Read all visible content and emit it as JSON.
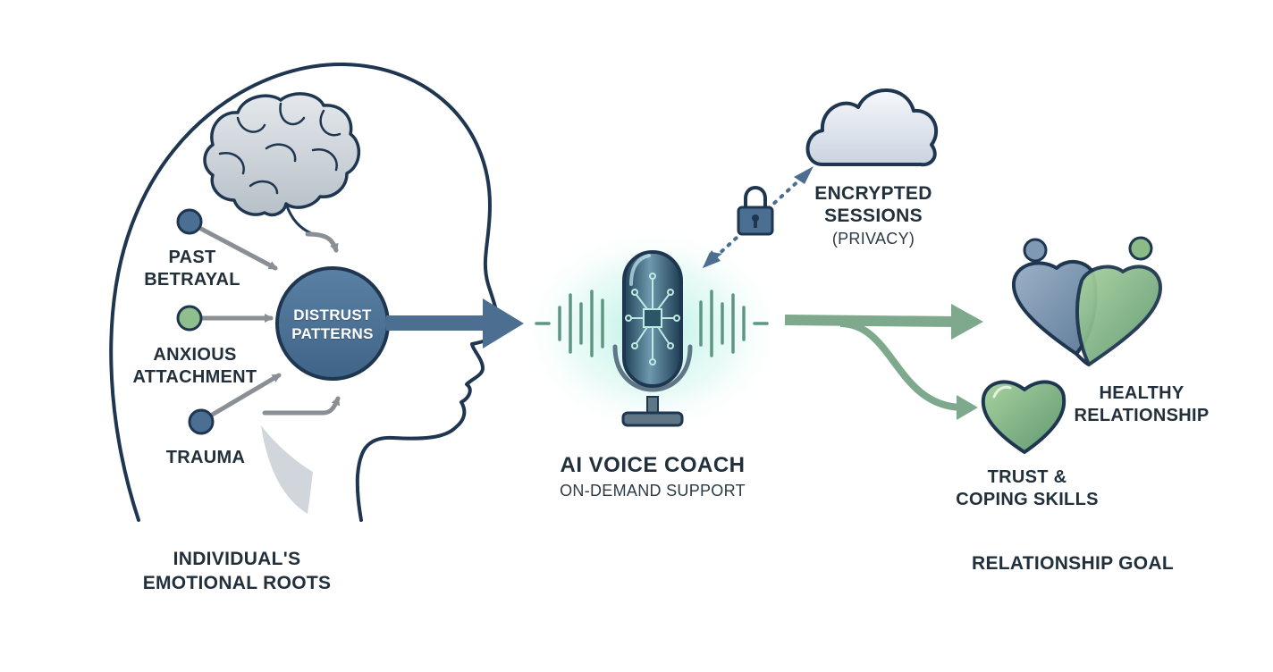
{
  "colors": {
    "outline": "#1f3650",
    "node_blue": "#4b6f93",
    "node_green": "#8fbf8a",
    "arrow_blue": "#4c6e90",
    "arrow_green": "#7fa98d",
    "arrow_gray": "#8a8f95",
    "glow": "#7fe3d0",
    "heart_blue": "#7f99b4",
    "heart_green": "#8cbb86"
  },
  "icons": [
    "brain-icon",
    "head-profile-icon",
    "microphone-icon",
    "chip-icon",
    "sound-wave-icon",
    "cloud-icon",
    "lock-icon",
    "couple-hearts-icon",
    "heart-icon"
  ],
  "left": {
    "inputs": [
      {
        "label": "PAST\nBETRAYAL"
      },
      {
        "label": "ANXIOUS\nATTACHMENT"
      },
      {
        "label": "TRAUMA"
      }
    ],
    "core": "DISTRUST\nPATTERNS",
    "caption": "INDIVIDUAL'S\nEMOTIONAL ROOTS"
  },
  "center": {
    "title": "AI VOICE COACH",
    "subtitle": "ON-DEMAND SUPPORT"
  },
  "privacy": {
    "title": "ENCRYPTED\nSESSIONS",
    "subtitle": "(PRIVACY)"
  },
  "right": {
    "healthy": "HEALTHY\nRELATIONSHIP",
    "trust": "TRUST &\nCOPING SKILLS",
    "caption": "RELATIONSHIP GOAL"
  }
}
